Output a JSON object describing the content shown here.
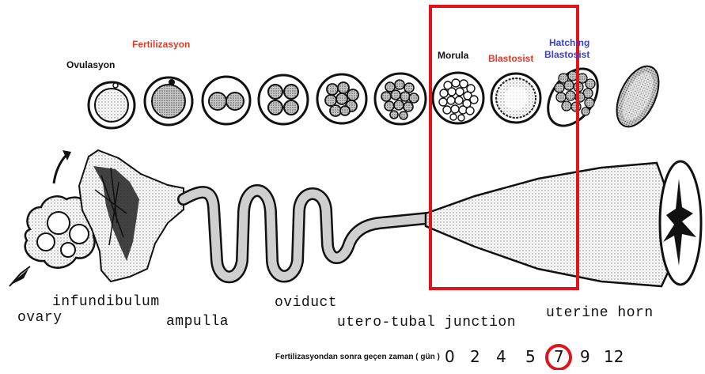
{
  "stage_labels": {
    "ovulation": {
      "text": "Ovulasyon",
      "color": "#111111"
    },
    "fertilization": {
      "text": "Fertilizasyon",
      "color": "#e23a2a"
    },
    "morula": {
      "text": "Morula",
      "color": "#111111"
    },
    "blastocyst": {
      "text": "Blastosist",
      "color": "#e23a2a"
    },
    "hatching_line1": {
      "text": "Hatching",
      "color": "#3b3fd6"
    },
    "hatching_line2": {
      "text": "Blastosist",
      "color": "#3b3fd6"
    }
  },
  "anatomy_labels": {
    "ovary": "ovary",
    "infundibulum": "infundibulum",
    "ampulla": "ampulla",
    "oviduct": "oviduct",
    "utero_tubal_junction": "utero-tubal junction",
    "uterine_horn": "uterine horn"
  },
  "timeline": {
    "title": "Fertilizasyondan sonra geçen zaman ( gün )",
    "values": [
      "0",
      "2",
      "4",
      "5",
      "7",
      "9",
      "12"
    ],
    "highlighted_value": "7"
  },
  "colors": {
    "highlight": "#e0141c",
    "ink": "#111111",
    "stipple": "#9a9a9a"
  }
}
